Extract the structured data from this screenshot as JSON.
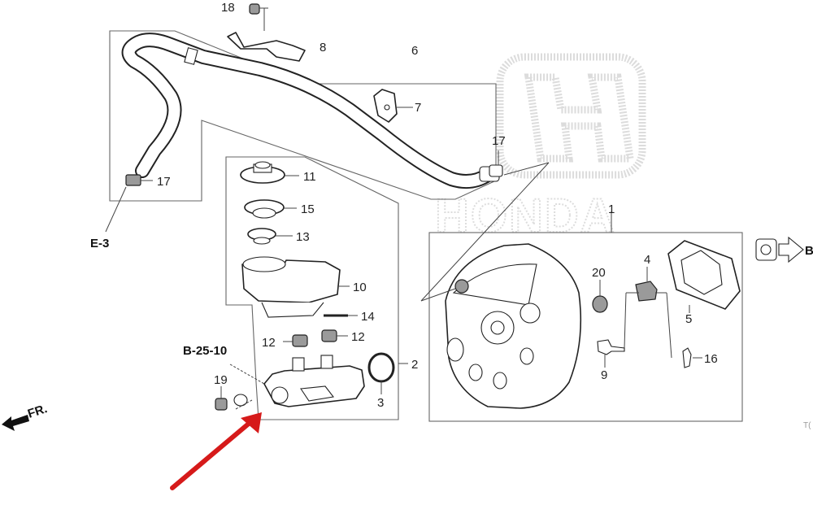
{
  "watermark": {
    "brand_text": "HONDA"
  },
  "references": {
    "e3": "E-3",
    "b25_10": "B-25-10",
    "right_ref": "B",
    "corner_code": "T("
  },
  "parts": {
    "p1": "1",
    "p2": "2",
    "p3": "3",
    "p4": "4",
    "p5": "5",
    "p6": "6",
    "p7": "7",
    "p8": "8",
    "p9": "9",
    "p10": "10",
    "p11": "11",
    "p12a": "12",
    "p12b": "12",
    "p13": "13",
    "p14": "14",
    "p15": "15",
    "p16": "16",
    "p17a": "17",
    "p17b": "17",
    "p18": "18",
    "p19": "19",
    "p20": "20"
  },
  "direction": {
    "front": "FR."
  },
  "highlight": {
    "arrow_color": "#d61a1a",
    "target_part": "2"
  }
}
